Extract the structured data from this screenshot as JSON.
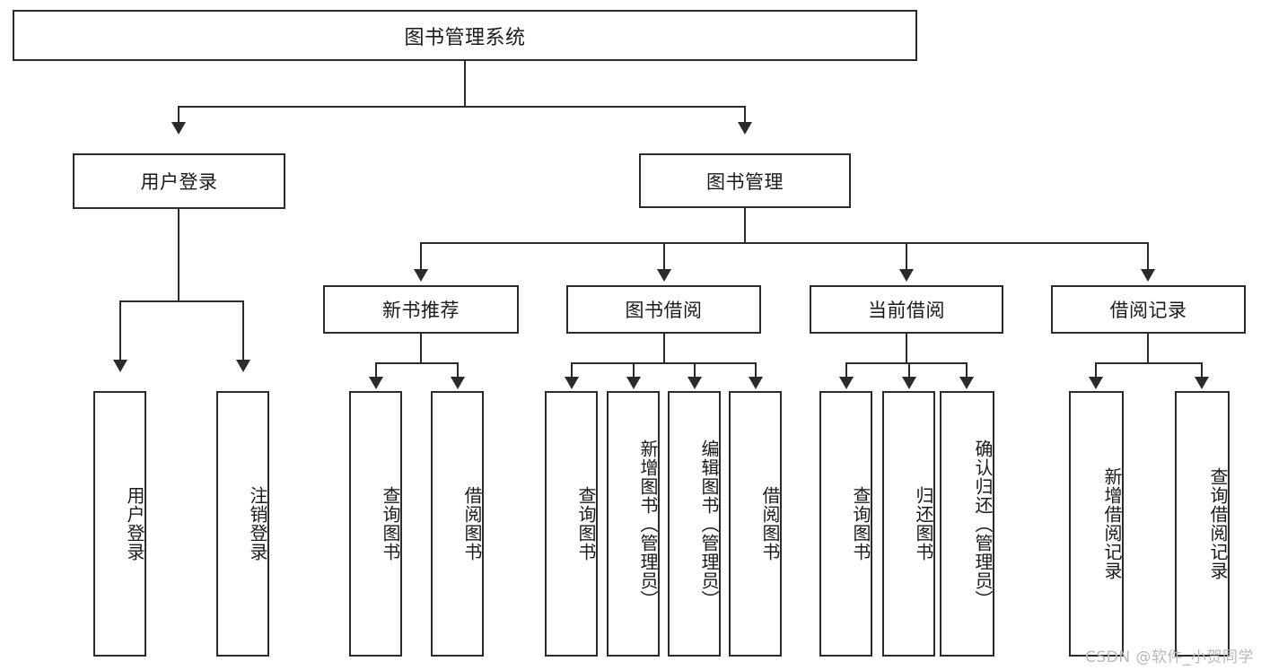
{
  "diagram": {
    "type": "tree-hierarchy-diagram",
    "title_text": "图书管理系统",
    "orientation": "top-down",
    "accent_color": "#2b2b2b",
    "background_color": "#ffffff",
    "watermark": "CSDN @软件_小贺同学"
  },
  "nodes": {
    "root": {
      "label": "图书管理系统"
    },
    "level2": [
      {
        "id": "user-login",
        "label": "用户登录"
      },
      {
        "id": "book-management",
        "label": "图书管理"
      }
    ],
    "level3": [
      {
        "id": "new-book-recommend",
        "label": "新书推荐"
      },
      {
        "id": "book-borrow",
        "label": "图书借阅"
      },
      {
        "id": "current-borrow",
        "label": "当前借阅"
      },
      {
        "id": "borrow-record",
        "label": "借阅记录"
      }
    ],
    "leaves": {
      "user_login": [
        {
          "id": "leaf-user-login",
          "label": "用户登录"
        },
        {
          "id": "leaf-logout-login",
          "label": "注销登录"
        }
      ],
      "new_book_recommend": [
        {
          "id": "leaf-query-book-1",
          "label": "查询图书"
        },
        {
          "id": "leaf-borrow-book-1",
          "label": "借阅图书"
        }
      ],
      "book_borrow": [
        {
          "id": "leaf-query-book-2",
          "label": "查询图书"
        },
        {
          "id": "leaf-add-book",
          "label": "新增图书（管理员）"
        },
        {
          "id": "leaf-edit-book",
          "label": "编辑图书（管理员）"
        },
        {
          "id": "leaf-borrow-book-2",
          "label": "借阅图书"
        }
      ],
      "current_borrow": [
        {
          "id": "leaf-query-book-3",
          "label": "查询图书"
        },
        {
          "id": "leaf-return-book",
          "label": "归还图书"
        },
        {
          "id": "leaf-confirm-return",
          "label": "确认归还（管理员）"
        }
      ],
      "borrow_record": [
        {
          "id": "leaf-add-borrow-record",
          "label": "新增借阅记录"
        },
        {
          "id": "leaf-query-borrow-record",
          "label": "查询借阅记录"
        }
      ]
    }
  }
}
